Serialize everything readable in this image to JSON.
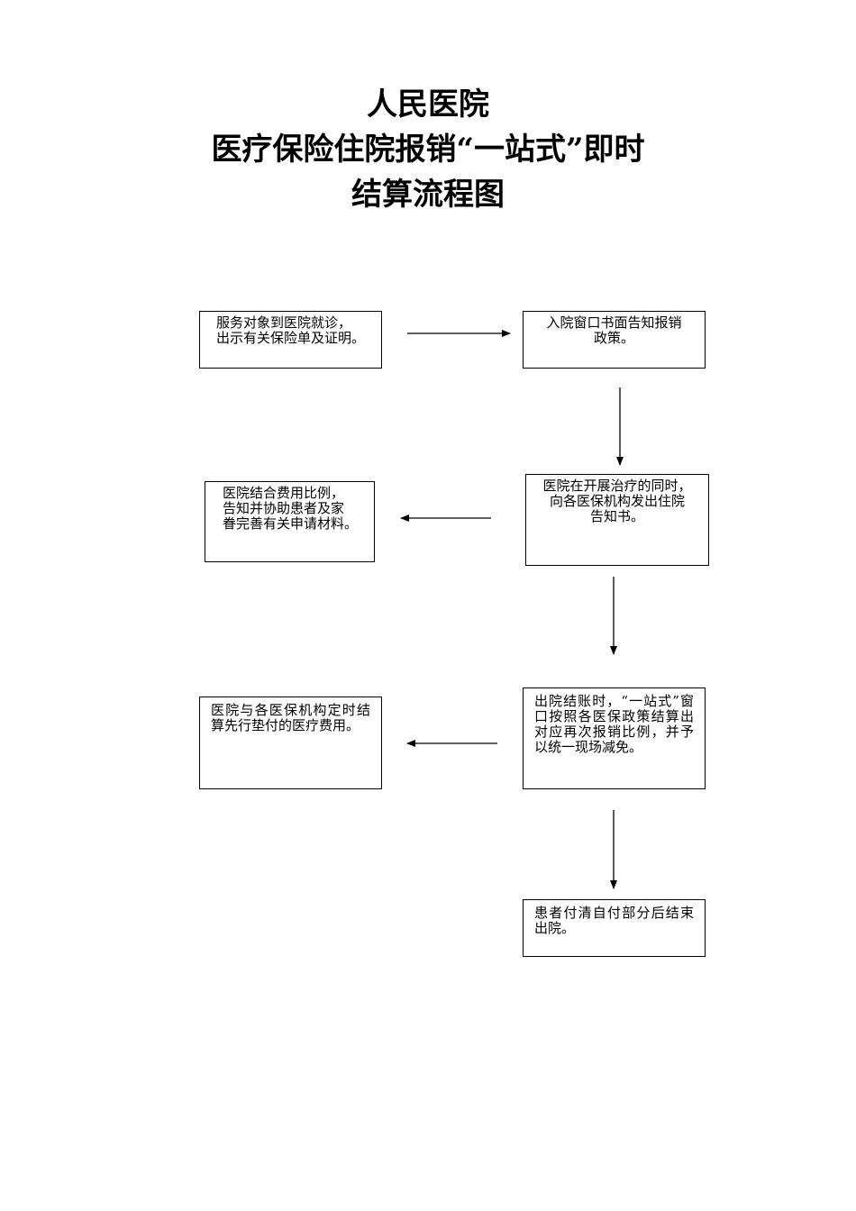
{
  "title": {
    "line1": "人民医院",
    "line2": "医疗保险住院报销“一站式”即时",
    "line3": "结算流程图"
  },
  "steps": {
    "step1": "服务对象到医院就诊，\n出示有关保险单及证明。",
    "step2": "入院窗口书面告知报销\n政策。",
    "step3": "医院在开展治疗的同时，\n向各医保机构发出住院\n告知书。",
    "step4": "医院结合费用比例，\n告知并协助患者及家\n眷完善有关申请材料。",
    "step5": "出院结账时，“一站式”窗口按照各医保政策结算出对应再次报销比例，并予以统一现场减免。",
    "step6": "医院与各医保机构定时结算先行垫付的医疗费用。",
    "step7": "患者付清自付部分后结束出院。"
  }
}
